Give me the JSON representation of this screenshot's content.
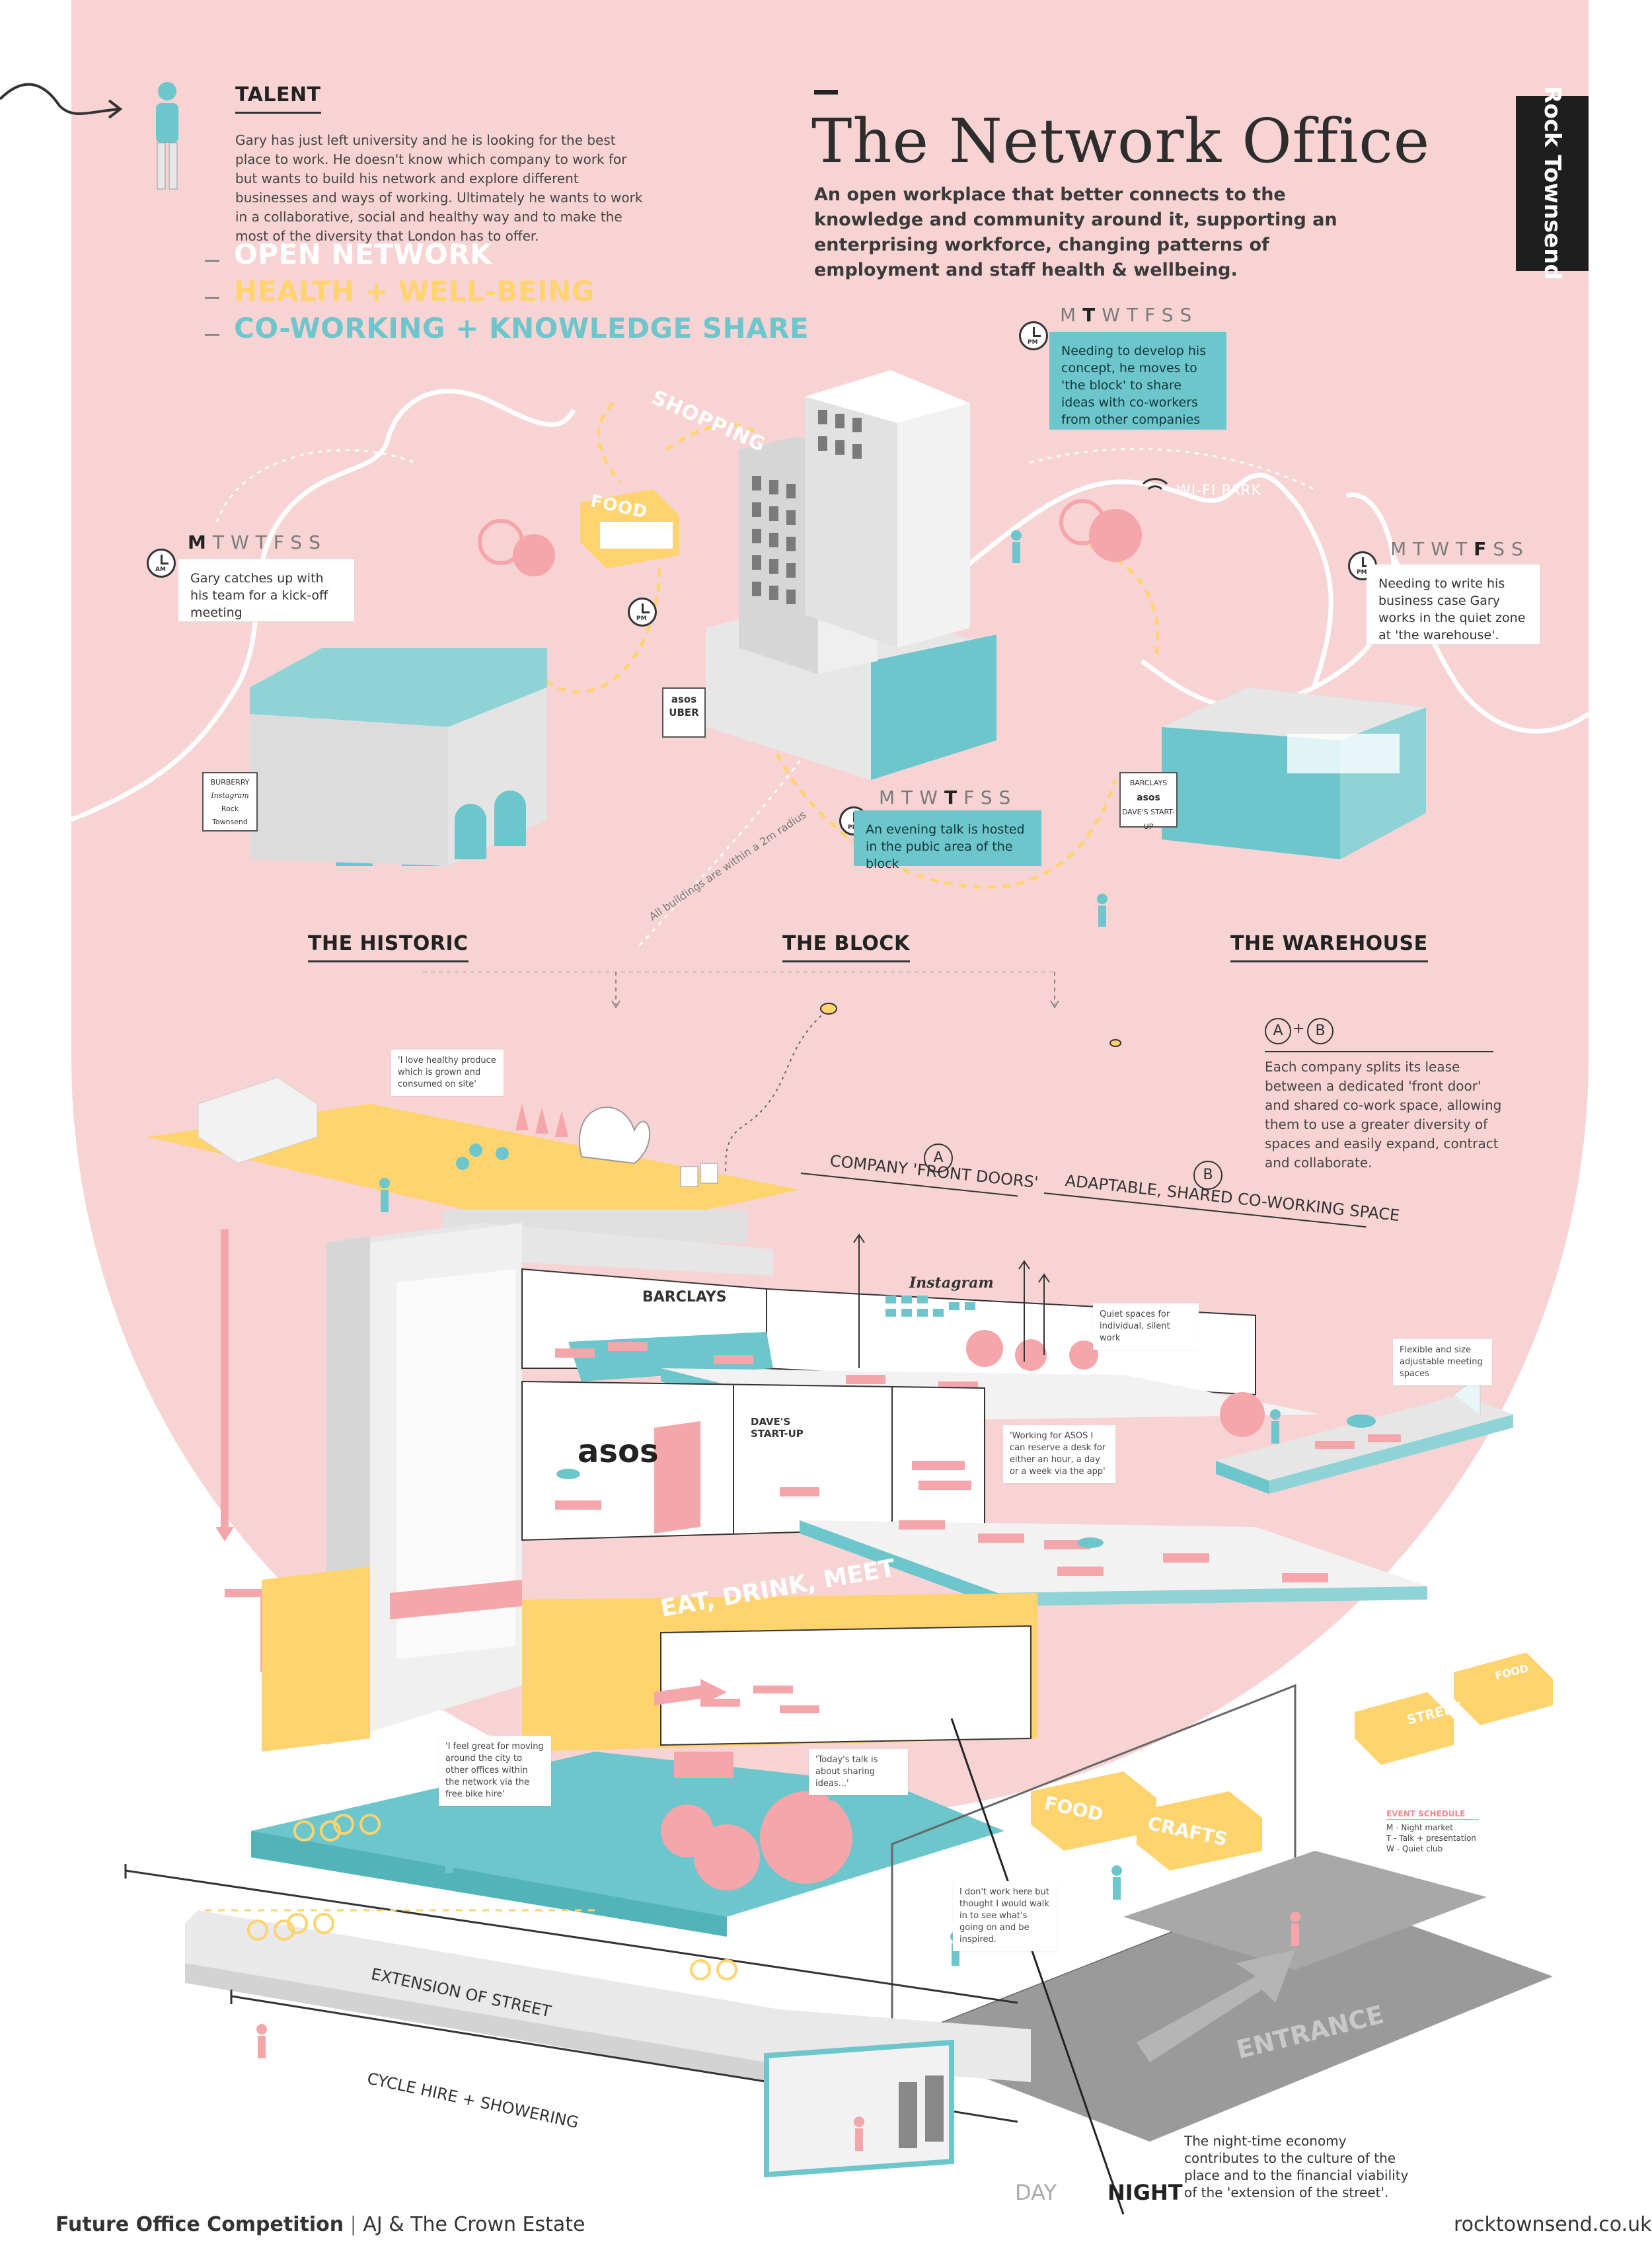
{
  "colors": {
    "background_pink": "#f8d3d4",
    "teal": "#6cc6cc",
    "yellow": "#ffd36e",
    "grey": "#d9d9d9",
    "dark": "#1e1e1e",
    "pink_accent": "#f4a6ab"
  },
  "brand": {
    "tab_label": "Rock Townsend"
  },
  "header": {
    "title": "The Network Office",
    "subtitle": "An open workplace that better connects to the knowledge and community around it, supporting an enterprising workforce, changing patterns of employment and staff health & wellbeing."
  },
  "talent": {
    "label": "TALENT",
    "text": "Gary has just left university and he is looking for the best place to work. He doesn't know which company to work for but wants to build his network and explore different businesses and ways of working. Ultimately he wants to work in a collaborative, social and healthy way and to make the most of the diversity that London has to offer."
  },
  "themes": [
    {
      "label": "OPEN NETWORK",
      "color": "#ffffff"
    },
    {
      "label": "HEALTH + WELL-BEING",
      "color": "#ffd36e"
    },
    {
      "label": "CO-WORKING + KNOWLEDGE SHARE",
      "color": "#6cc6cc"
    }
  ],
  "map_labels": {
    "shopping": "SHOPPING",
    "food": "FOOD",
    "wifi_park": "WI-FI PARK",
    "radius_note": "All buildings are within a 2m radius",
    "sign_block_1": "asos",
    "sign_block_2": "UBER",
    "sign_historic_1": "BURBERRY",
    "sign_historic_2": "Instagram",
    "sign_historic_3": "Rock Townsend",
    "sign_warehouse_1": "BARCLAYS",
    "sign_warehouse_2": "asos",
    "sign_warehouse_3": "DAVE'S START-UP"
  },
  "schedule": [
    {
      "days": "MTWTFSS",
      "active_index": 0,
      "clock": "AM",
      "text": "Gary catches up with his team for a kick-off meeting",
      "style": "white"
    },
    {
      "days": "MTWTFSS",
      "active_index": 1,
      "clock": "PM",
      "text": "Needing to develop his concept, he moves to 'the block' to share ideas with co-workers from other companies",
      "style": "teal"
    },
    {
      "days": "MTWTFSS",
      "active_index": 3,
      "clock": "PM",
      "text": "An evening talk is hosted in the pubic area of the block",
      "style": "teal"
    },
    {
      "days": "MTWTFSS",
      "active_index": 4,
      "clock": "PM",
      "text": "Needing to write his business case Gary works in the quiet zone at 'the warehouse'.",
      "style": "white"
    }
  ],
  "buildings": {
    "historic": "THE HISTORIC",
    "block": "THE BLOCK",
    "warehouse": "THE WAREHOUSE"
  },
  "lease": {
    "badge_a": "A",
    "badge_b": "B",
    "plus": "+",
    "text": "Each company splits its lease between a dedicated 'front door' and shared co-work space, allowing them to use a greater diversity of spaces and easily expand, contract and collaborate.",
    "label_a": "COMPANY 'FRONT DOORS'",
    "label_b": "ADAPTABLE, SHARED CO-WORKING SPACE"
  },
  "notes": {
    "produce": "'I love healthy produce which is grown and consumed on site'",
    "quiet": "Quiet spaces for individual, silent work",
    "meeting": "Flexible and size adjustable meeting spaces",
    "asos_desk": "'Working for ASOS I can reserve a desk for either an hour, a day or a week via the app'",
    "bike": "'I feel great for moving around the city to other offices within the network via the free bike hire'",
    "talk": "'Today's talk is about sharing ideas...'",
    "visitor": "I don't work here but thought I would walk in to see what's going on and be inspired.",
    "night_economy": "The night-time economy contributes to the culture of the place and to the financial viability of the 'extension of the street'."
  },
  "section_labels": {
    "barclays": "BARCLAYS",
    "instagram": "Instagram",
    "asos": "asos",
    "daves": "DAVE'S START-UP",
    "eat_drink_meet": "EAT, DRINK, MEET",
    "food": "FOOD",
    "crafts": "CRAFTS",
    "street": "STREET",
    "street_food": "FOOD",
    "extension": "EXTENSION OF STREET",
    "cycle": "CYCLE HIRE + SHOWERING",
    "entrance": "ENTRANCE",
    "day": "DAY",
    "night": "NIGHT"
  },
  "event_schedule": {
    "title": "EVENT SCHEDULE",
    "items": [
      "M - Night market",
      "T - Talk + presentation",
      "W - Quiet club"
    ]
  },
  "footer": {
    "left_main": "Future Office Competition",
    "left_sub": "AJ & The Crown Estate",
    "right": "rocktownsend.co.uk"
  }
}
